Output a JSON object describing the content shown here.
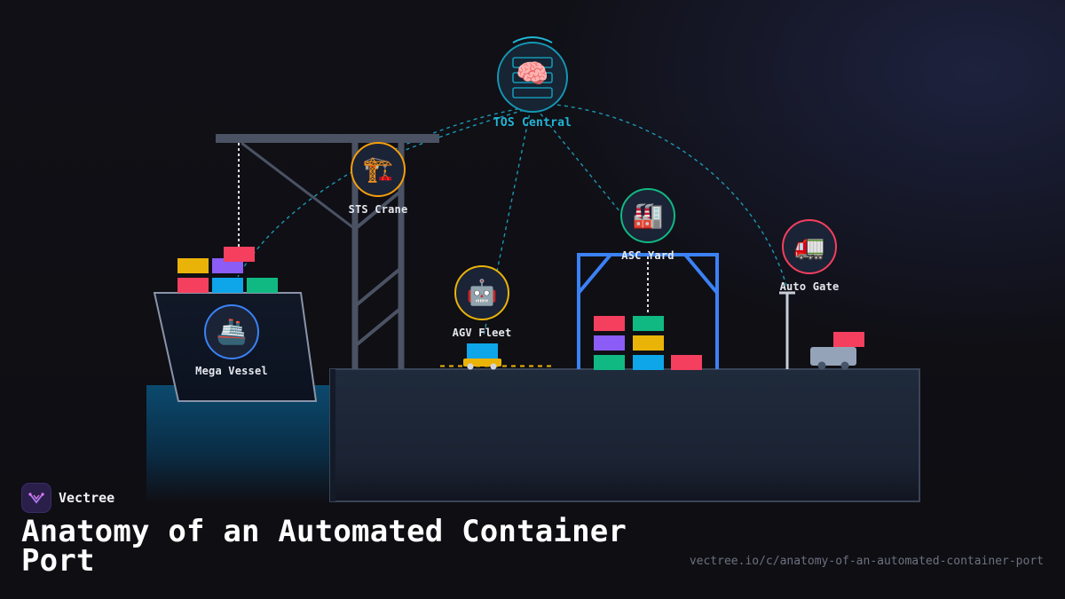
{
  "diagram": {
    "title": "Anatomy of an Automated Container Port",
    "nodes": {
      "tos": {
        "label": "TOS Central",
        "icon": "brain-icon",
        "glyph": "🧠",
        "color": "#22b6d6"
      },
      "crane": {
        "label": "STS Crane",
        "icon": "crane-icon",
        "glyph": "🏗️",
        "color": "#f59e0b"
      },
      "vessel": {
        "label": "Mega Vessel",
        "icon": "ship-icon",
        "glyph": "🚢",
        "color": "#3b82f6"
      },
      "agv": {
        "label": "AGV Fleet",
        "icon": "robot-icon",
        "glyph": "🤖",
        "color": "#eab308"
      },
      "asc": {
        "label": "ASC Yard",
        "icon": "factory-icon",
        "glyph": "🏭",
        "color": "#10b981"
      },
      "gate": {
        "label": "Auto Gate",
        "icon": "truck-icon",
        "glyph": "🚛",
        "color": "#f43f5e"
      }
    }
  },
  "brand": {
    "name": "Vectree",
    "logo_icon": "vectree-logo-icon"
  },
  "footer": {
    "url": "vectree.io/c/anatomy-of-an-automated-container-port"
  },
  "colors": {
    "background": "#101016",
    "link": "#1fa6c2",
    "container_red": "#f43f5e",
    "container_yellow": "#eab308",
    "container_purple": "#8b5cf6",
    "container_blue": "#0ea5e9",
    "container_green": "#10b981",
    "steel": "#4a5263",
    "quay": "#1e293b"
  }
}
